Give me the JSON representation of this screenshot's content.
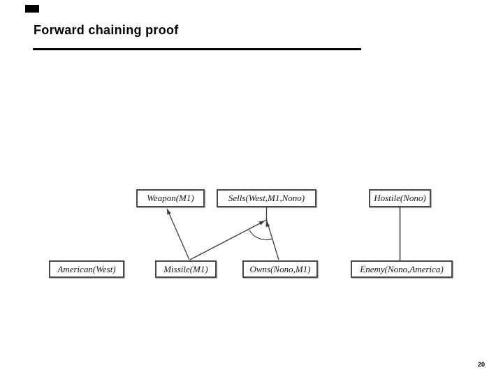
{
  "slide": {
    "title": "Forward chaining proof",
    "page_number": "20"
  },
  "colors": {
    "ink": "#1a1a1a",
    "box_border": "#4a4a4a",
    "connector": "#3d3d3d",
    "hostile_connector": "#6e6e6e"
  },
  "diagram": {
    "type": "proof-tree",
    "top_row": [
      {
        "label": "Weapon(M1)"
      },
      {
        "label": "Sells(West,M1,Nono)"
      },
      {
        "label": "Hostile(Nono)"
      }
    ],
    "bottom_row": [
      {
        "label": "American(West)"
      },
      {
        "label": "Missile(M1)"
      },
      {
        "label": "Owns(Nono,M1)"
      },
      {
        "label": "Enemy(Nono,America)"
      }
    ],
    "connections": [
      {
        "from": "Missile(M1)",
        "to": "Weapon(M1)",
        "arrow": true
      },
      {
        "from": "Missile(M1) + Owns(Nono,M1)",
        "to": "Sells(West,M1,Nono)",
        "arrow": true,
        "and_arc": true
      },
      {
        "from": "Enemy(Nono,America)",
        "to": "Hostile(Nono)",
        "arrow": false
      }
    ]
  }
}
